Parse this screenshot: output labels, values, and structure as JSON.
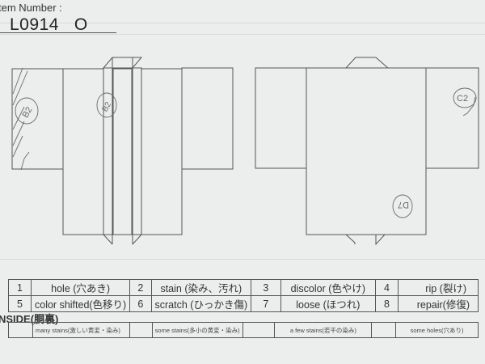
{
  "header": {
    "item_number_label": "tem Number :",
    "item_number_value": "L0914   O"
  },
  "diagram": {
    "front_view": {
      "annotations": [
        {
          "mark": "B2",
          "position": "left-sleeve",
          "note": "hatched area"
        },
        {
          "mark": "B2",
          "position": "front-collar"
        }
      ]
    },
    "back_view": {
      "annotations": [
        {
          "mark": "C2",
          "position": "right-sleeve"
        },
        {
          "mark": "D7",
          "position": "lower-body"
        }
      ]
    }
  },
  "legend": {
    "rows": [
      [
        {
          "num": "1",
          "label": "hole (穴あき)"
        },
        {
          "num": "2",
          "label": "stain (染み、汚れ)"
        },
        {
          "num": "3",
          "label": "discolor (色やけ)"
        },
        {
          "num": "4",
          "label": "rip (裂け)"
        }
      ],
      [
        {
          "num": "5",
          "label": "color shifted(色移り)"
        },
        {
          "num": "6",
          "label": "scratch (ひっかき傷)"
        },
        {
          "num": "7",
          "label": "loose (ほつれ)"
        },
        {
          "num": "8",
          "label": "repair(修復)"
        }
      ]
    ]
  },
  "inside": {
    "title": "NSIDE(胴裏)",
    "options": [
      {
        "label": "many stains(激しい黄変・染み)"
      },
      {
        "label": "some stains(多小の黄変・染み)"
      },
      {
        "label": "a few stains(若干の染み)"
      },
      {
        "label": "some holes(穴あり)"
      }
    ]
  },
  "colors": {
    "paper": "#eceeed",
    "ink": "#555555",
    "pencil": "#6a6a6a"
  }
}
